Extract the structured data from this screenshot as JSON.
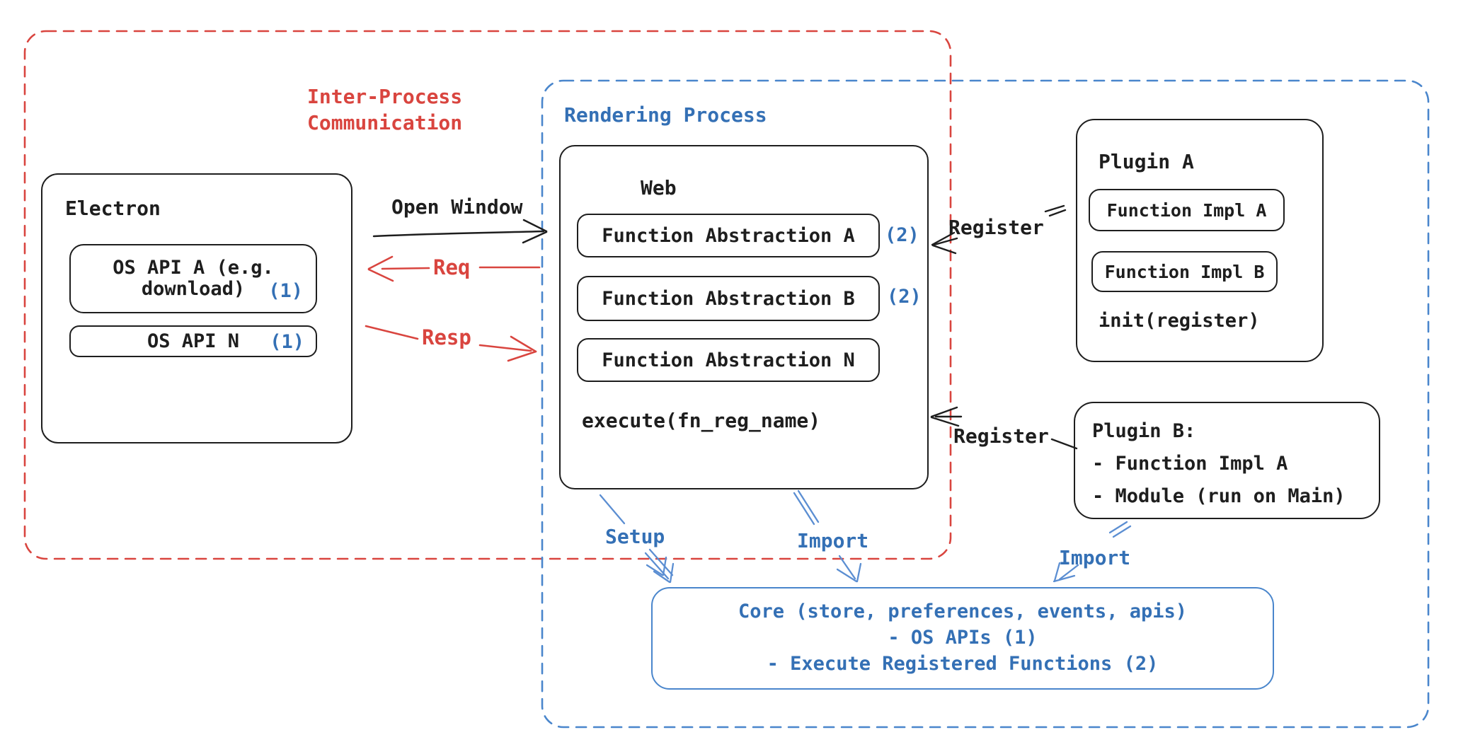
{
  "regions": {
    "ipc_line1": "Inter-Process",
    "ipc_line2": "Communication",
    "rendering_process": "Rendering Process"
  },
  "arrows": {
    "open_window": "Open Window",
    "req": "Req",
    "resp": "Resp",
    "register_top": "Register",
    "register_bottom": "Register",
    "setup": "Setup",
    "import_from_web": "Import",
    "import_from_plugin_b": "Import"
  },
  "electron": {
    "title": "Electron",
    "os_api_a_line1": "OS API A (e.g.",
    "os_api_a_line2": "download)",
    "os_api_a_badge": "(1)",
    "os_api_n": "OS API N",
    "os_api_n_badge": "(1)"
  },
  "web": {
    "title": "Web",
    "fn_abstraction_a": "Function Abstraction A",
    "fn_abstraction_a_badge": "(2)",
    "fn_abstraction_b": "Function Abstraction B",
    "fn_abstraction_b_badge": "(2)",
    "fn_abstraction_n": "Function Abstraction N",
    "execute": "execute(fn_reg_name)"
  },
  "plugin_a": {
    "title": "Plugin A",
    "fn_impl_a": "Function Impl A",
    "fn_impl_b": "Function Impl B",
    "init": "init(register)"
  },
  "plugin_b": {
    "line1": "Plugin B:",
    "line2": "- Function Impl A",
    "line3": "- Module (run on Main)"
  },
  "core": {
    "line1": "Core (store, preferences, events, apis)",
    "line2": "- OS APIs (1)",
    "line3": "- Execute Registered Functions (2)"
  },
  "colors": {
    "red": "#d9453f",
    "blue_text": "#3470b5",
    "blue_border": "#4a86cc",
    "arrow_blue": "#5b8ed2",
    "ink": "#1e1e1e"
  }
}
